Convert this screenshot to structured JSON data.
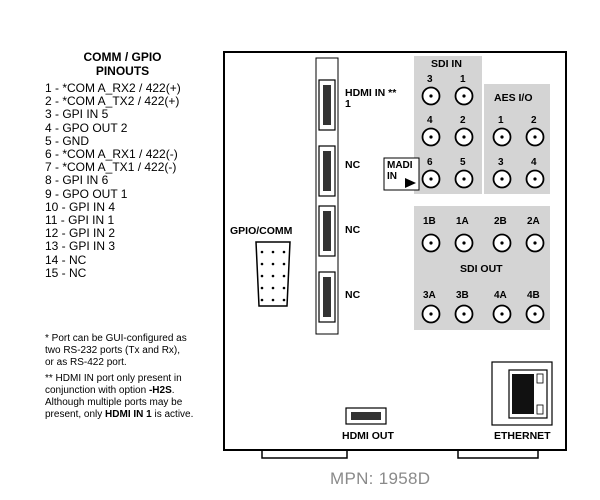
{
  "pinouts": {
    "title_line1": "COMM / GPIO",
    "title_line2": "PINOUTS",
    "pins": [
      "1 - *COM A_RX2 / 422(+)",
      "2 - *COM A_TX2 / 422(+)",
      "3 - GPI IN 5",
      "4 - GPO OUT 2",
      "5 - GND",
      "6 - *COM A_RX1 / 422(-)",
      "7 - *COM A_TX1 / 422(-)",
      "8 - GPI IN 6",
      "9 - GPO OUT 1",
      "10 - GPI IN 4",
      "11 - GPI IN 1",
      "12 - GPI IN 2",
      "13 - GPI IN 3",
      "14 - NC",
      "15 - NC"
    ]
  },
  "notes": {
    "note1_lines": [
      "* Port can be GUI-configured as",
      "two RS-232 ports (Tx and Rx),",
      "or as RS-422 port."
    ],
    "note2_line1_prefix": "** HDMI IN port only present in",
    "note2_line2_a": "conjunction with option ",
    "note2_line2_b": "-H2S",
    "note2_line2_c": ".",
    "note2_line3": "Although multiple ports may be",
    "note2_line4_a": "present, only ",
    "note2_line4_b": "HDMI IN 1",
    "note2_line4_c": " is active."
  },
  "panel": {
    "gpio_label": "GPIO/COMM",
    "hdmi_in_label_line1": "HDMI IN **",
    "hdmi_in_label_line2": "1",
    "nc_labels": [
      "NC",
      "NC",
      "NC"
    ],
    "madi_in_line1": "MADI",
    "madi_in_line2": "IN",
    "sdi_in": {
      "title": "SDI IN",
      "ports": [
        "3",
        "1",
        "4",
        "2",
        "6",
        "5"
      ]
    },
    "aes": {
      "title": "AES I/O",
      "ports": [
        "1",
        "2",
        "3",
        "4"
      ]
    },
    "sdi_out": {
      "title": "SDI OUT",
      "top_ports": [
        "1B",
        "1A",
        "2B",
        "2A"
      ],
      "bottom_ports": [
        "3A",
        "3B",
        "4A",
        "4B"
      ]
    },
    "hdmi_out_label": "HDMI OUT",
    "ethernet_label": "ETHERNET"
  },
  "mpn": "MPN: 1958D",
  "colors": {
    "shade": "#d4d4d4",
    "panel_stroke": "#000000",
    "mpn_text": "#8a8a8a"
  }
}
